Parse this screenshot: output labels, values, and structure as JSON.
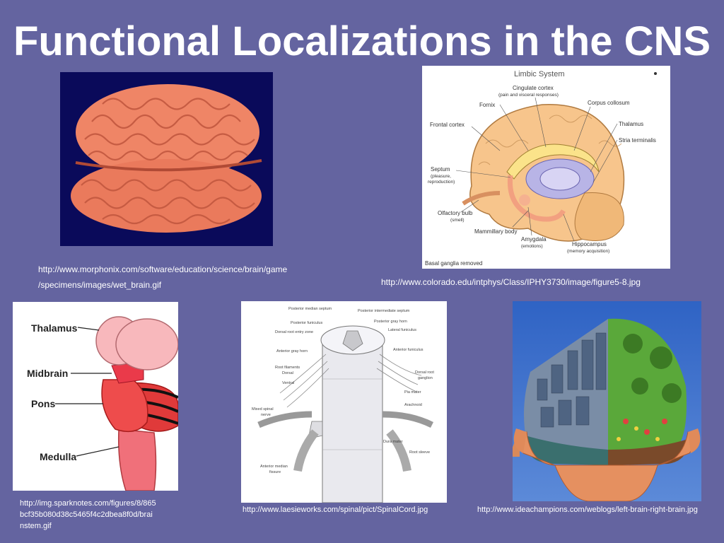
{
  "slide": {
    "title": "Functional Localizations in the CNS"
  },
  "images": {
    "wet_brain": {
      "caption_line1": "http://www.morphonix.com/software/education/science/brain/game",
      "caption_line2": "/specimens/images/wet_brain.gif"
    },
    "limbic": {
      "heading": "Limbic System",
      "labels": {
        "cingulate": "Cingulate cortex",
        "cingulate_sub": "(pain and visceral responses)",
        "fornix": "Fornix",
        "corpus": "Corpus collosum",
        "frontal": "Frontal cortex",
        "thalamus": "Thalamus",
        "stria": "Stria terminalis",
        "septum": "Septum",
        "septum_sub1": "(pleasure,",
        "septum_sub2": "reproduction)",
        "olfactory": "Olfactory bulb",
        "olfactory_sub": "(smell)",
        "mammillary": "Mammillary body",
        "amygdala": "Amygdala",
        "amygdala_sub": "(emotions)",
        "hippocampus": "Hippocampus",
        "hippocampus_sub": "(memory acquisition)",
        "basal": "Basal ganglia removed"
      },
      "caption": "http://www.colorado.edu/intphys/Class/IPHY3730/image/figure5-8.jpg"
    },
    "brainstem": {
      "labels": {
        "thalamus": "Thalamus",
        "midbrain": "Midbrain",
        "pons": "Pons",
        "medulla": "Medulla"
      },
      "caption_line1": "http://img.sparknotes.com/figures/8/865",
      "caption_line2": "bcf35b080d38c5465f4c2dbea8f0d/brai",
      "caption_line3": "nstem.gif"
    },
    "spinal": {
      "labels": {
        "post_median": "Posterior median septum",
        "post_inter": "Posterior intermediate septum",
        "post_funic": "Posterior funiculus",
        "post_gray": "Posterior gray horn",
        "dorsal_entry": "Dorsal root entry zone",
        "lateral_funic": "Lateral funiculus",
        "ant_gray": "Anterior gray horn",
        "ant_funic": "Anterior funiculus",
        "root_fil": "Root filaments",
        "dorsal": "Dorsal",
        "ventral": "Ventral",
        "dorsal_root": "Dorsal root",
        "ganglion": "ganglion",
        "pia": "Pia mater",
        "mixed": "Mixed spinal",
        "nerve": "nerve",
        "arachnoid": "Arachnoid",
        "dura": "Dura mater",
        "root_sleeve": "Root sleeve",
        "ant_median": "Anterior median",
        "fissure": "fissure"
      },
      "caption": "http://www.laesieworks.com/spinal/pict/SpinalCord.jpg"
    },
    "left_right": {
      "caption": "http://www.ideachampions.com/weblogs/left-brain-right-brain.jpg"
    }
  },
  "colors": {
    "background": "#6464a0",
    "title_text": "#ffffff",
    "navy_panel": "#0a0a5a",
    "brain_pink": "#f0886a"
  }
}
